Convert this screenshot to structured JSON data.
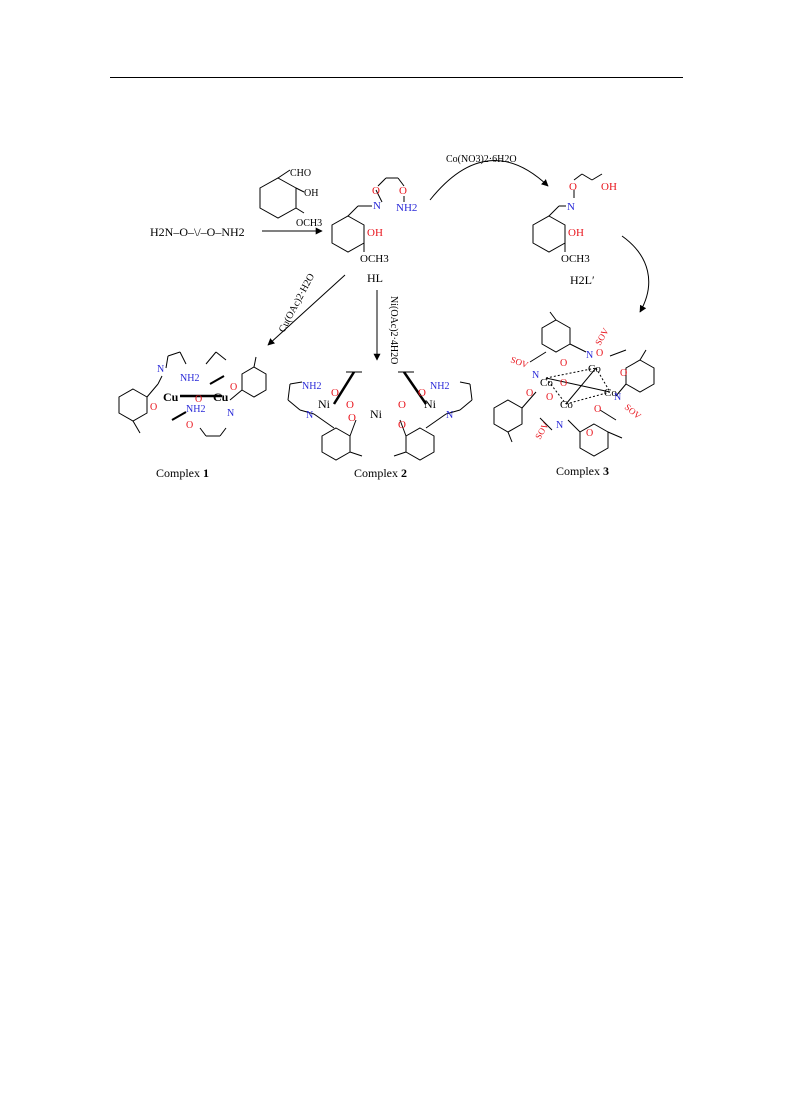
{
  "colors": {
    "ink": "#000000",
    "oxygen": "#e8141c",
    "nitrogen": "#2a2ad8"
  },
  "reagents": {
    "start": "H2N–O–\\/–O–NH2",
    "aldehyde_cho": "CHO",
    "aldehyde_oh": "OH",
    "aldehyde_och3": "OCH3",
    "cobalt": "Co(NO3)2·6H2O",
    "copper": "Cu(OAc)2·H2O",
    "nickel": "Ni(OAc)2·4H2O"
  },
  "ligands": {
    "hl": {
      "label": "HL",
      "o": "O",
      "n": "N",
      "nh2": "NH2",
      "oh": "OH",
      "och3": "OCH3"
    },
    "h2l": {
      "label": "H2L′",
      "o": "O",
      "n": "N",
      "oh": "OH",
      "oh2": "OH",
      "och3": "OCH3"
    }
  },
  "metals": {
    "cu": "Cu",
    "ni": "Ni",
    "co": "Co"
  },
  "solvent_label": "SOV",
  "captions": [
    {
      "text": "Complex ",
      "num": "1"
    },
    {
      "text": "Complex ",
      "num": "2"
    },
    {
      "text": "Complex ",
      "num": "3"
    }
  ]
}
